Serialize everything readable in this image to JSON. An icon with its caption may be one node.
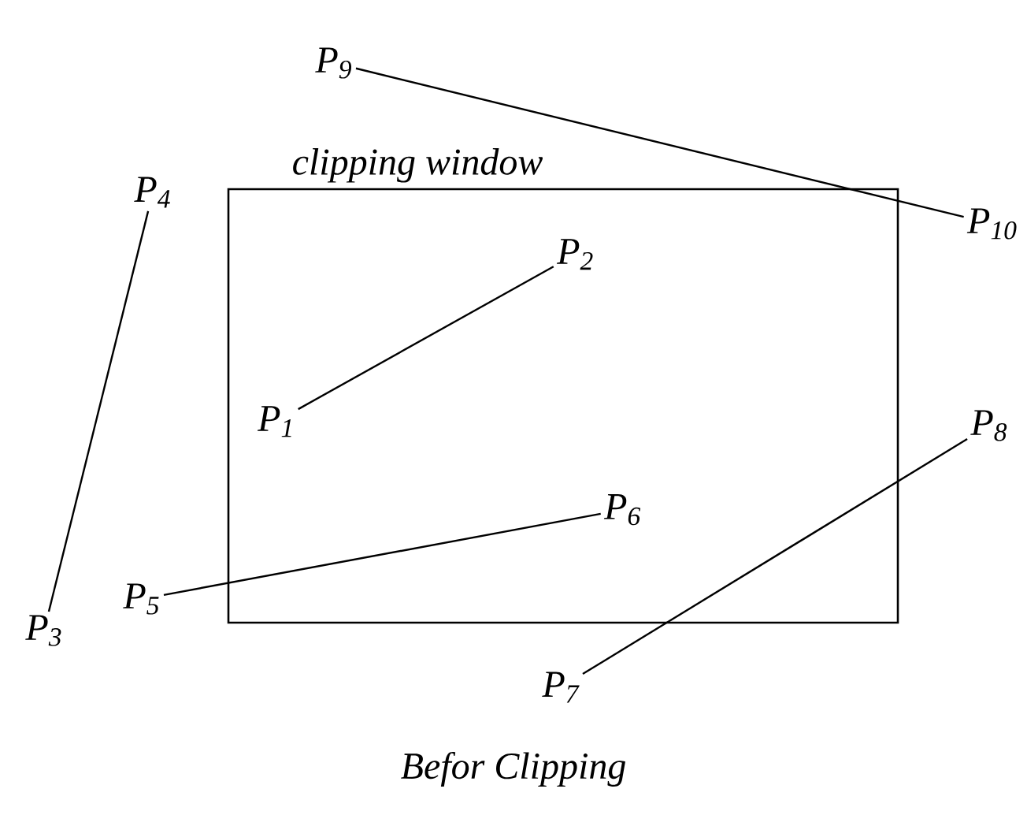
{
  "diagram": {
    "caption": "Befor Clipping",
    "nodes": [
      {
        "text": [
          "clipping window"
        ]
      },
      {
        "text": [
          "P$_{9}$"
        ]
      },
      {
        "text": [
          "P$_{10}$"
        ]
      },
      {
        "text": [
          "P$_{4}$"
        ]
      },
      {
        "text": [
          "P$_{2}$"
        ],
        "in": 0
      },
      {
        "text": [
          "P$_{1}$"
        ],
        "in": 0
      },
      {
        "text": [
          "P$_{8}$"
        ]
      },
      {
        "text": [
          "P$_{6}$"
        ],
        "in": 0
      },
      {
        "text": [
          "P$_{5}$"
        ]
      },
      {
        "text": [
          "P$_{3}$"
        ]
      },
      {
        "text": [
          "P$_{7}$"
        ]
      }
    ],
    "edges": [
      {
        "from": 5,
        "to": 4,
        "arrow": "none"
      },
      {
        "from": 9,
        "to": 3,
        "arrow": "none"
      },
      {
        "from": 8,
        "to": 7,
        "arrow": "none"
      },
      {
        "from": 10,
        "to": 6,
        "arrow": "none"
      },
      {
        "from": 1,
        "to": 2,
        "arrow": "none"
      }
    ]
  }
}
